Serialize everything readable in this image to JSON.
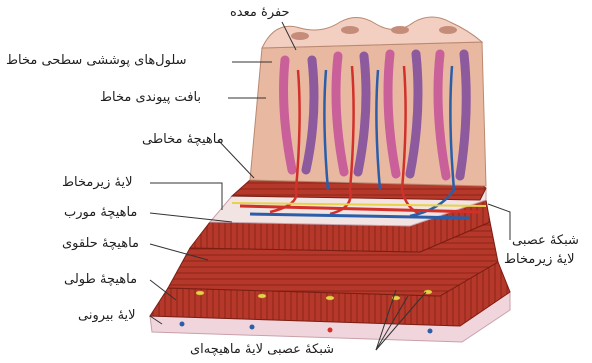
{
  "diagram": {
    "labels": {
      "gastric_pit": "حفرهٔ معده",
      "surface_mucous_cells": "سلول‌های پوششی سطحی مخاط",
      "lamina_propria": "بافت پیوندی مخاط",
      "muscularis_mucosae": "ماهیچهٔ مخاطی",
      "submucosa": "لایهٔ زیرمخاط",
      "oblique_muscle": "ماهیچهٔ مورب",
      "circular_muscle": "ماهیچهٔ حلقوی",
      "longitudinal_muscle": "ماهیچهٔ طولی",
      "serosa": "لایهٔ بیرونی",
      "submucosal_plexus_line1": "شبکهٔ عصبی",
      "submucosal_plexus_line2": "لایهٔ زیرمخاط",
      "myenteric_plexus": "شبکهٔ عصبی لایهٔ ماهیچه‌ای"
    },
    "colors": {
      "mucosa": "#e8b9a0",
      "gland_pink": "#c9609a",
      "gland_purple": "#8e5a9e",
      "muscle": "#b5382a",
      "muscle_dark": "#8a2418",
      "submucosa": "#f1e4e2",
      "artery": "#d2302a",
      "vein": "#2b5ea8",
      "nerve": "#e8d24a",
      "leader_line": "#333333"
    }
  }
}
